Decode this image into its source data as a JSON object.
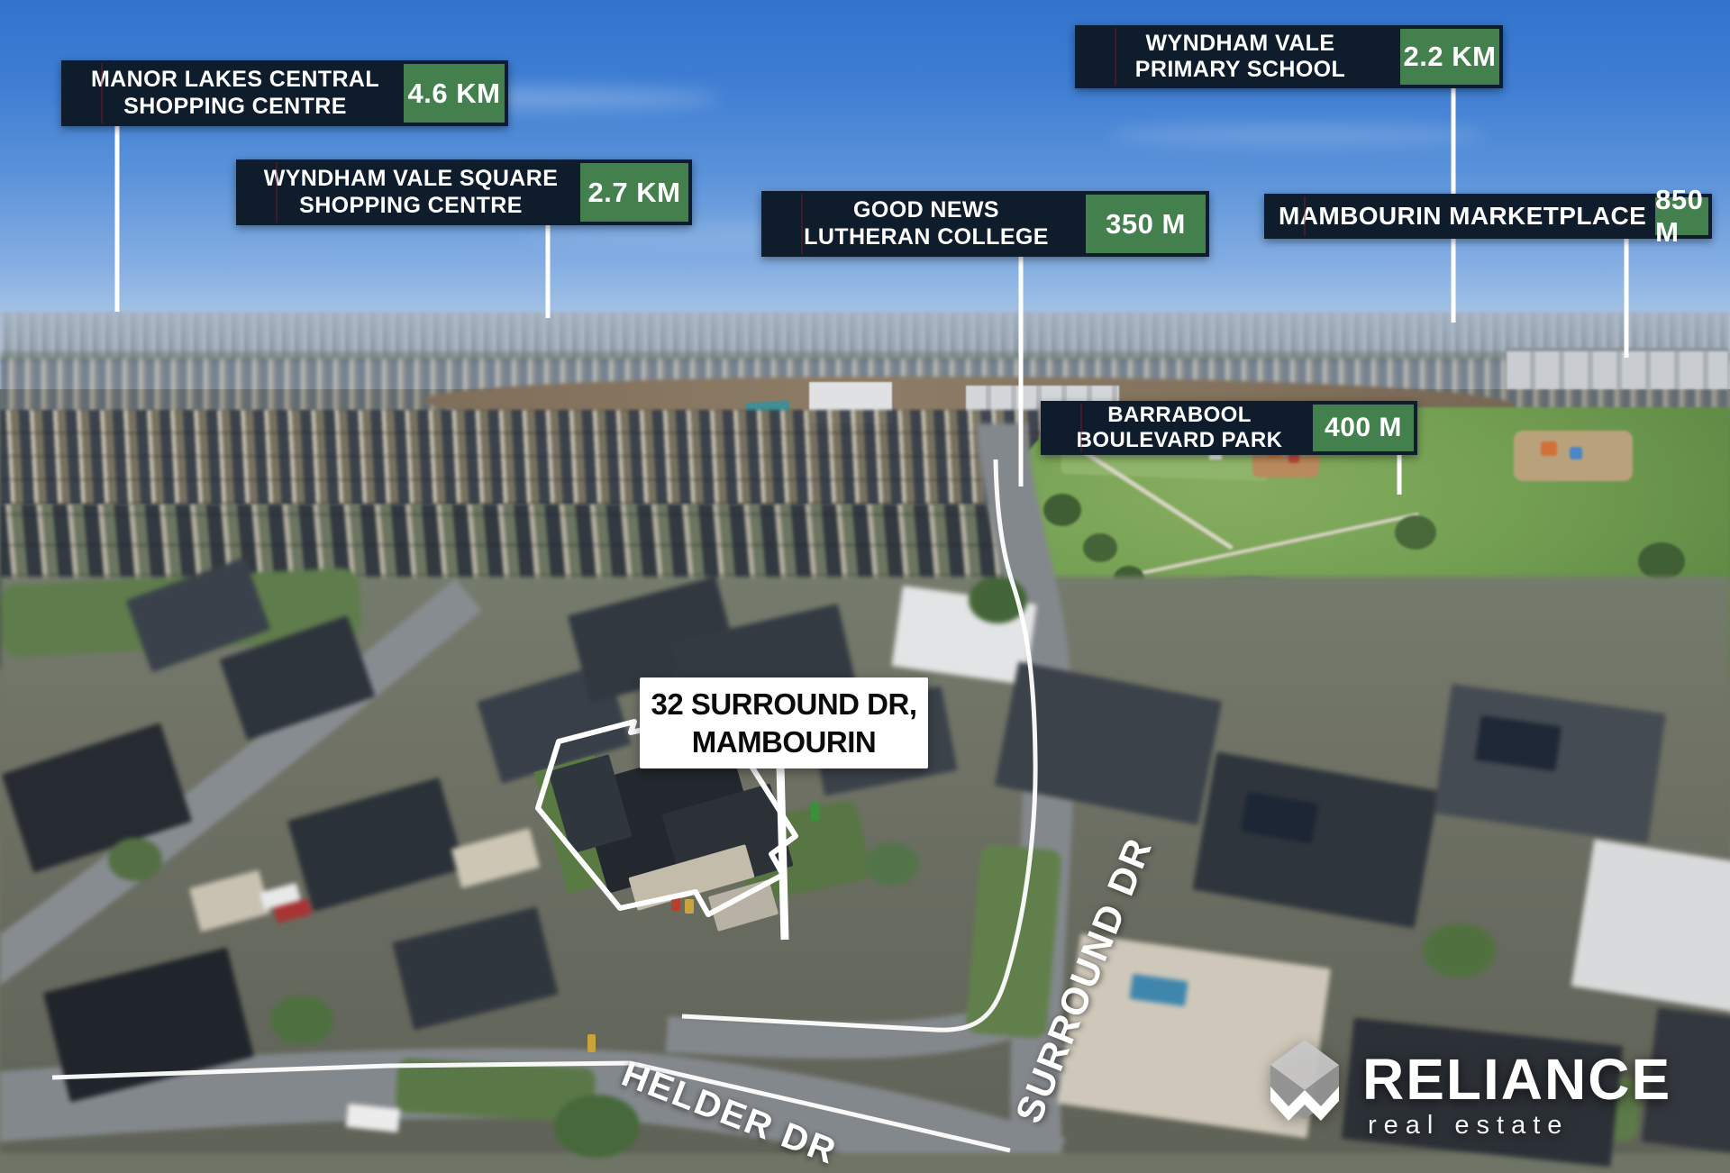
{
  "colors": {
    "label_bg": "#0E1C2B",
    "badge_green": "#43804D",
    "annotation_white": "#FFFFFF",
    "address_bg": "#FFFFFF",
    "address_text": "#0B0B0B"
  },
  "callouts": [
    {
      "line1": "MANOR LAKES CENTRAL",
      "line2": "SHOPPING CENTRE",
      "distance": "4.6 KM"
    },
    {
      "line1": "WYNDHAM VALE SQUARE",
      "line2": "SHOPPING CENTRE",
      "distance": "2.7 KM"
    },
    {
      "line1": "GOOD NEWS",
      "line2": "LUTHERAN COLLEGE",
      "distance": "350 M"
    },
    {
      "line1": "WYNDHAM VALE",
      "line2": "PRIMARY SCHOOL",
      "distance": "2.2 KM"
    },
    {
      "line1": "MAMBOURIN MARKETPLACE",
      "line2": "",
      "distance": "850 M"
    },
    {
      "line1": "BARRABOOL",
      "line2": "BOULEVARD PARK",
      "distance": "400 M"
    }
  ],
  "property_marker": {
    "line1": "32 SURROUND DR,",
    "line2": "MAMBOURIN"
  },
  "streets": {
    "helder": "HELDER DR",
    "surround": "SURROUND DR"
  },
  "brand": {
    "name": "RELIANCE",
    "tagline": "real estate"
  }
}
